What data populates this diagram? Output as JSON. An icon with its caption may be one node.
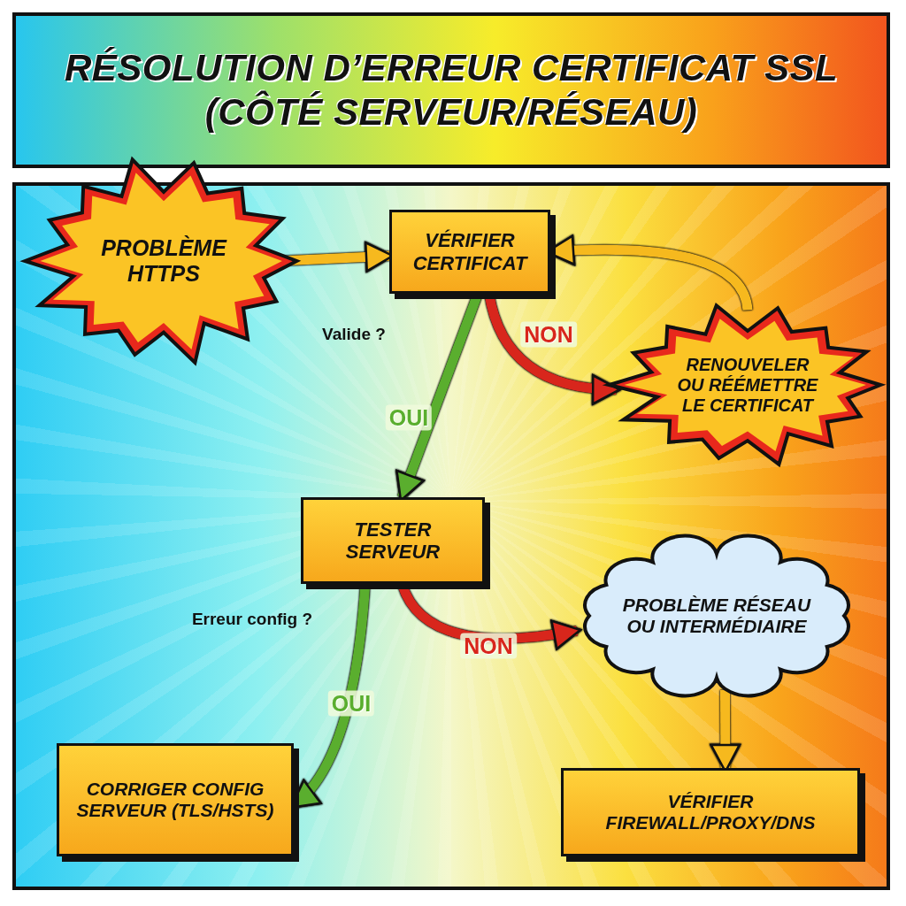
{
  "diagram": {
    "title": "RÉSOLUTION D’ERREUR CERTIFICAT SSL (CÔTÉ SERVEUR/RÉSEAU)",
    "nodes": [
      {
        "text": [
          "PROBLÈME HTTPS"
        ]
      },
      {
        "text": [
          "VÉRIFIER CERTIFICAT"
        ]
      },
      {
        "text": [
          "RENOUVELER OU RÉÉMETTRE LE CERTIFICAT"
        ]
      },
      {
        "text": [
          "TESTER SERVEUR"
        ]
      },
      {
        "text": [
          "PROBLÈME RÉSEAU OU INTERMÉDIAIRE"
        ]
      },
      {
        "text": [
          "CORRIGER CONFIG SERVEUR (TLS/HSTS)"
        ]
      },
      {
        "text": [
          "VÉRIFIER FIREWALL/PROXY/DNS"
        ]
      }
    ],
    "edges": [
      {
        "from": 0,
        "to": 1,
        "arrow": "to"
      },
      {
        "from": 1,
        "to": 3,
        "arrow": "to",
        "label": "OUI",
        "color": "#5aae2e"
      },
      {
        "from": 1,
        "to": 2,
        "arrow": "to",
        "label": "NON",
        "color": "#d8261c"
      },
      {
        "from": 2,
        "to": 1,
        "arrow": "to"
      },
      {
        "from": 3,
        "to": 5,
        "arrow": "to",
        "label": "OUI",
        "color": "#5aae2e"
      },
      {
        "from": 3,
        "to": 4,
        "arrow": "to",
        "label": "NON",
        "color": "#d8261c"
      },
      {
        "from": 4,
        "to": 6,
        "arrow": "to"
      }
    ],
    "labels": [
      "Valide ?",
      "Erreur config ?"
    ]
  }
}
